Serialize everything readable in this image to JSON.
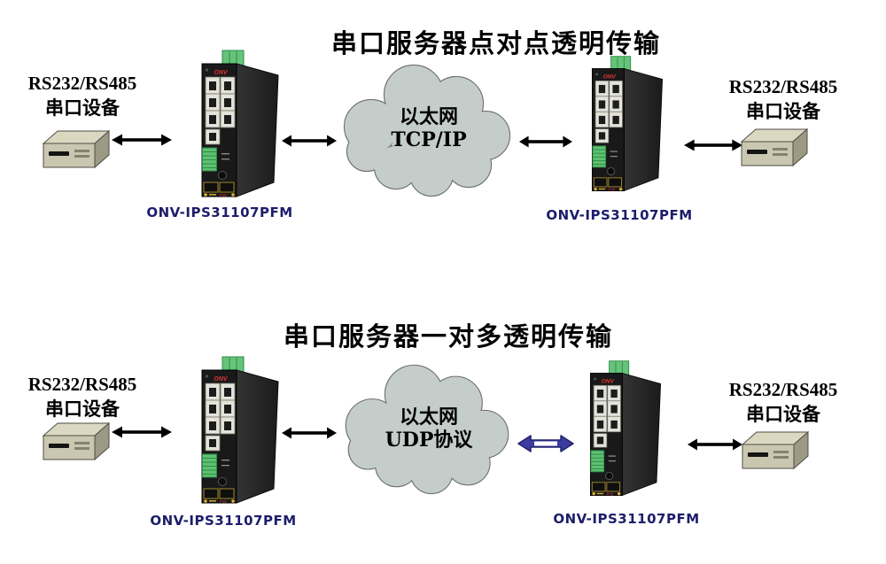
{
  "page": {
    "background": "#ffffff"
  },
  "colors": {
    "title_text": "#000000",
    "label_text": "#000000",
    "model_text": "#1d1d6b",
    "cloud_fill": "#c5cdca",
    "cloud_stroke": "#6f6f6f",
    "black_arrow": "#000000",
    "blue_arrow_fill": "#3c3ca0",
    "blue_arrow_stroke": "#22226e",
    "device_beige": "#cac7b0",
    "switch_body": "#191919",
    "terminal_green": "#5dc172"
  },
  "diagrams": [
    {
      "title": "串口服务器点对点透明传输",
      "left_device_label": {
        "line1": "RS232/RS485",
        "line2": "串口设备"
      },
      "left_switch_model": "ONV-IPS31107PFM",
      "cloud_label": {
        "line1": "以太网",
        "line2": "TCP/IP"
      },
      "right_switch_model": "ONV-IPS31107PFM",
      "right_device_label": {
        "line1": "RS232/RS485",
        "line2": "串口设备"
      }
    },
    {
      "title": "串口服务器一对多透明传输",
      "left_device_label": {
        "line1": "RS232/RS485",
        "line2": "串口设备"
      },
      "left_switch_model": "ONV-IPS31107PFM",
      "cloud_label": {
        "line1": "以太网",
        "line2": "UDP协议"
      },
      "right_switch_model": "ONV-IPS31107PFM",
      "right_device_label": {
        "line1": "RS232/RS485",
        "line2": "串口设备"
      }
    }
  ]
}
